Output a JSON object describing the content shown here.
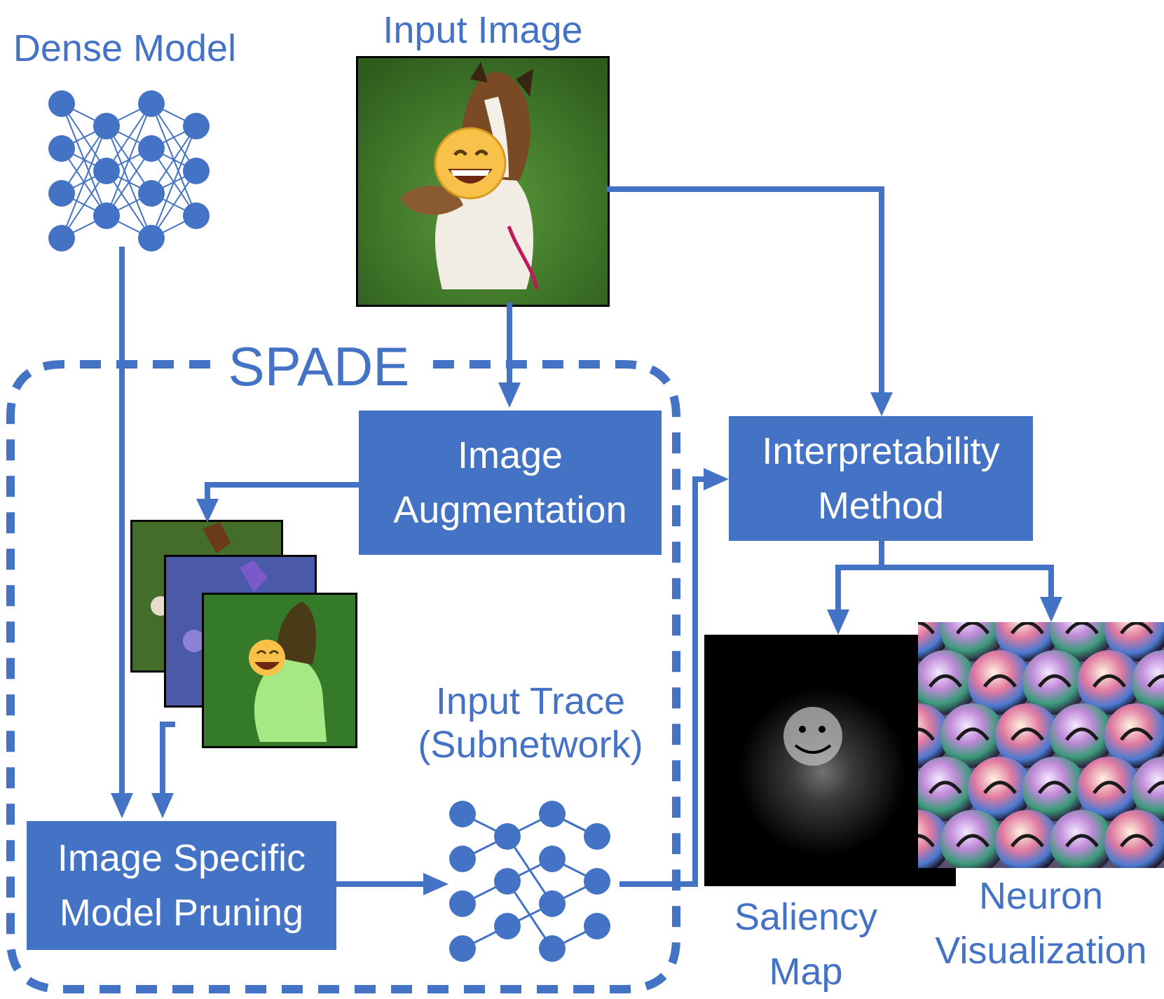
{
  "labels": {
    "dense_model": "Dense Model",
    "input_image": "Input Image",
    "spade": "SPADE",
    "input_trace_line1": "Input Trace",
    "input_trace_line2": "(Subnetwork)",
    "saliency_line1": "Saliency",
    "saliency_line2": "Map",
    "neuron_line1": "Neuron",
    "neuron_line2": "Visualization"
  },
  "boxes": {
    "augmentation": [
      "Image",
      "Augmentation"
    ],
    "pruning": [
      "Image Specific",
      "Model Pruning"
    ],
    "interpretability": [
      "Interpretability",
      "Method"
    ]
  },
  "colors": {
    "accent": "#4472C4",
    "white": "#ffffff",
    "black": "#000000"
  },
  "icons": {
    "dense_model": "neural-network-icon",
    "subnetwork": "sparse-network-icon",
    "input_photo": "dog-photo",
    "augmented_photos": "augmented-dog-photos",
    "saliency": "saliency-map-image",
    "neuron_vis": "neuron-visualization-image"
  }
}
